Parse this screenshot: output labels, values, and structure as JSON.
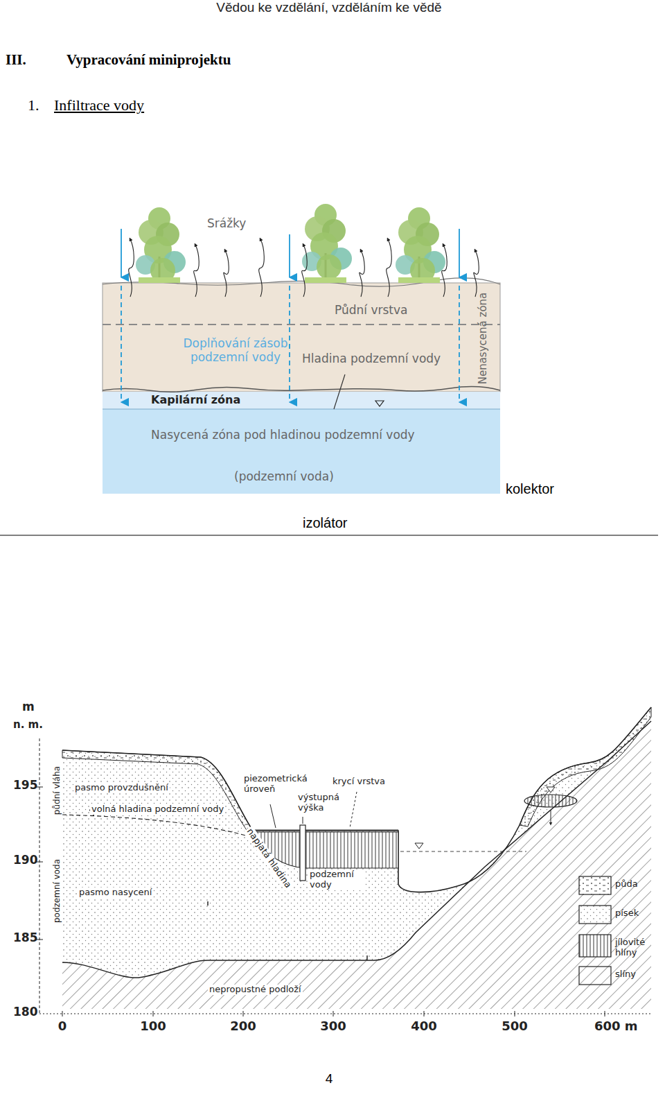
{
  "diagram": {
    "nodes": [
      {
        "text": [
          "Půdní vrstva",
          "Doplňování zásob podzemní vody",
          "Hladina podzemní vody",
          "Nenasycená zóna"
        ]
      },
      {
        "text": [
          "Kapilární zóna"
        ]
      },
      {
        "text": [
          "Nasycená zóna pod hladinou podzemní vody",
          "(podzemní voda)"
        ]
      }
    ],
    "labels": [
      "Vědou ke vzdělání, vzděláním ke vědě",
      "III.",
      "Vypracování miniprojektu",
      "1.",
      "Infiltrace vody",
      "Srážky",
      "kolektor",
      "izolátor",
      "m",
      "n. m.",
      "195",
      "190",
      "185",
      "180",
      "půdní vláha",
      "podzemní voda",
      "pasmo provzdušnění",
      "volná hladina podzemní vody",
      "piezometrická úroveň",
      "výstupná výška",
      "krycí vrstva",
      "napjatá hladina",
      "podzemní vody",
      "pasmo nasycení",
      "nepropustné podloží",
      "0",
      "100",
      "200",
      "300",
      "400",
      "500",
      "600 m",
      "4"
    ],
    "legend": [
      {
        "text": "půda"
      },
      {
        "text": "písek"
      },
      {
        "text": "jílovité hlíny"
      },
      {
        "text": "slíny"
      }
    ]
  }
}
